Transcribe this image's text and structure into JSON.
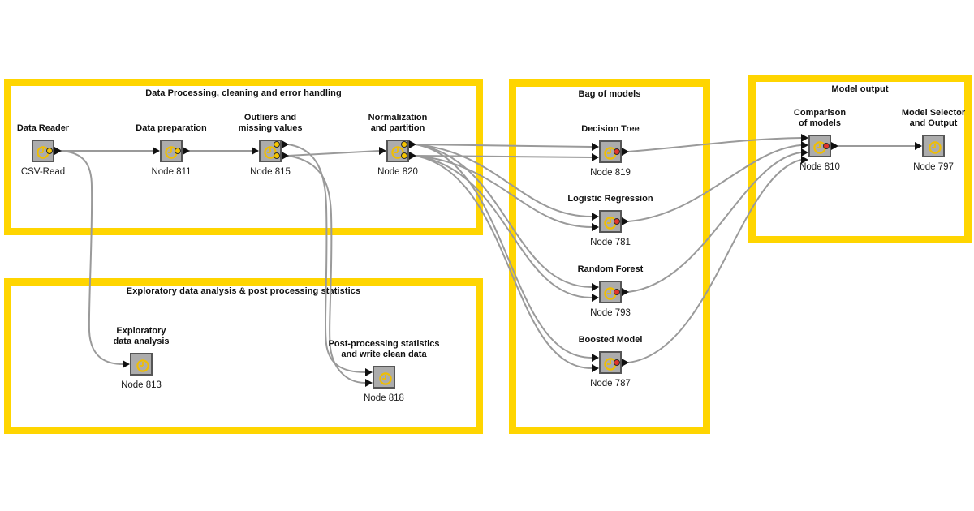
{
  "colors": {
    "annotation_yellow": "#FFD500",
    "node_fill": "#acacac",
    "node_border": "#565656",
    "wire_gray": "#9a9a9a",
    "port_yellow": "#F5C400",
    "port_red": "#E0352B",
    "clock_yellow": "#EFBE04",
    "text": "#111111",
    "background": "#ffffff"
  },
  "workflow": {
    "boxes": [
      {
        "id": "data-processing",
        "title": "Data Processing, cleaning and error handling"
      },
      {
        "id": "exploratory",
        "title": "Exploratory data analysis & post processing statistics"
      },
      {
        "id": "bag-of-models",
        "title": "Bag of models"
      },
      {
        "id": "model-output",
        "title": "Model output"
      }
    ],
    "nodes": [
      {
        "id": "csv",
        "name": [
          "Data Reader"
        ],
        "caption": "CSV-Read",
        "inputs": 0,
        "outputs": 1,
        "output_color": "yellow"
      },
      {
        "id": "prep",
        "name": [
          "Data preparation"
        ],
        "caption": "Node 811",
        "inputs": 1,
        "outputs": 1,
        "output_color": "yellow"
      },
      {
        "id": "outliers",
        "name": [
          "Outliers and",
          "missing values"
        ],
        "caption": "Node 815",
        "inputs": 1,
        "outputs": 2,
        "output_color": "yellow"
      },
      {
        "id": "normalize",
        "name": [
          "Normalization",
          "and partition"
        ],
        "caption": "Node 820",
        "inputs": 1,
        "outputs": 2,
        "output_color": "yellow"
      },
      {
        "id": "dtree",
        "name": [
          "Decision Tree"
        ],
        "caption": "Node 819",
        "inputs": 2,
        "outputs": 1,
        "output_color": "red"
      },
      {
        "id": "logreg",
        "name": [
          "Logistic Regression"
        ],
        "caption": "Node 781",
        "inputs": 2,
        "outputs": 1,
        "output_color": "red"
      },
      {
        "id": "rforest",
        "name": [
          "Random Forest"
        ],
        "caption": "Node 793",
        "inputs": 2,
        "outputs": 1,
        "output_color": "red"
      },
      {
        "id": "boosted",
        "name": [
          "Boosted Model"
        ],
        "caption": "Node 787",
        "inputs": 2,
        "outputs": 1,
        "output_color": "red"
      },
      {
        "id": "compare",
        "name": [
          "Comparison",
          "of models"
        ],
        "caption": "Node 810",
        "inputs": 4,
        "outputs": 1,
        "output_color": "red"
      },
      {
        "id": "selector",
        "name": [
          "Model Selector",
          "and Output"
        ],
        "caption": "Node 797",
        "inputs": 1,
        "outputs": 0,
        "output_color": null
      },
      {
        "id": "eda",
        "name": [
          "Exploratory",
          "data analysis"
        ],
        "caption": "Node 813",
        "inputs": 1,
        "outputs": 0,
        "output_color": null
      },
      {
        "id": "postproc",
        "name": [
          "Post-processing statistics",
          "and write clean data"
        ],
        "caption": "Node 818",
        "inputs": 2,
        "outputs": 0,
        "output_color": null
      }
    ],
    "connections": [
      {
        "from": "csv",
        "to": "prep"
      },
      {
        "from": "csv",
        "to": "eda"
      },
      {
        "from": "prep",
        "to": "outliers"
      },
      {
        "from": "outliers",
        "to": "normalize"
      },
      {
        "from": "outliers",
        "to": "postproc",
        "port": 1
      },
      {
        "from": "outliers",
        "to": "postproc",
        "port": 2
      },
      {
        "from": "normalize",
        "to": "dtree",
        "port": 1
      },
      {
        "from": "normalize",
        "to": "dtree",
        "port": 2
      },
      {
        "from": "normalize",
        "to": "logreg",
        "port": 1
      },
      {
        "from": "normalize",
        "to": "logreg",
        "port": 2
      },
      {
        "from": "normalize",
        "to": "rforest",
        "port": 1
      },
      {
        "from": "normalize",
        "to": "rforest",
        "port": 2
      },
      {
        "from": "normalize",
        "to": "boosted",
        "port": 1
      },
      {
        "from": "normalize",
        "to": "boosted",
        "port": 2
      },
      {
        "from": "dtree",
        "to": "compare"
      },
      {
        "from": "logreg",
        "to": "compare"
      },
      {
        "from": "rforest",
        "to": "compare"
      },
      {
        "from": "boosted",
        "to": "compare"
      },
      {
        "from": "compare",
        "to": "selector"
      }
    ]
  }
}
